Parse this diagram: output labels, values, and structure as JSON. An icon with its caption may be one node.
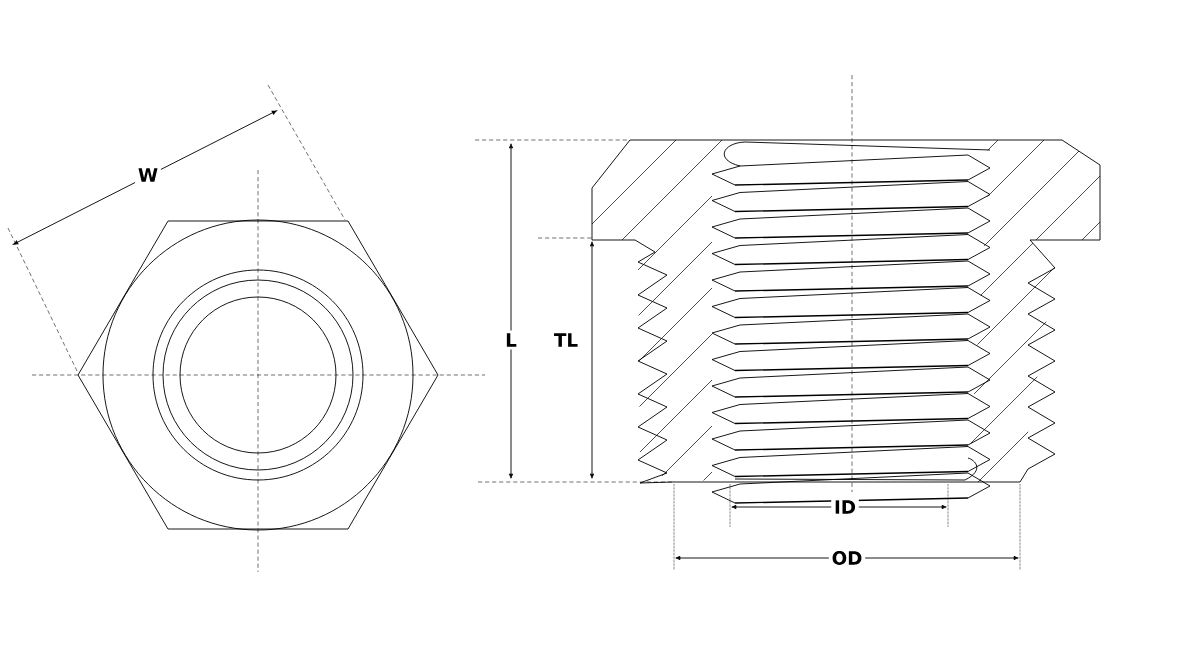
{
  "diagram": {
    "labels": [
      "W",
      "L",
      "TL",
      "ID",
      "OD"
    ]
  }
}
